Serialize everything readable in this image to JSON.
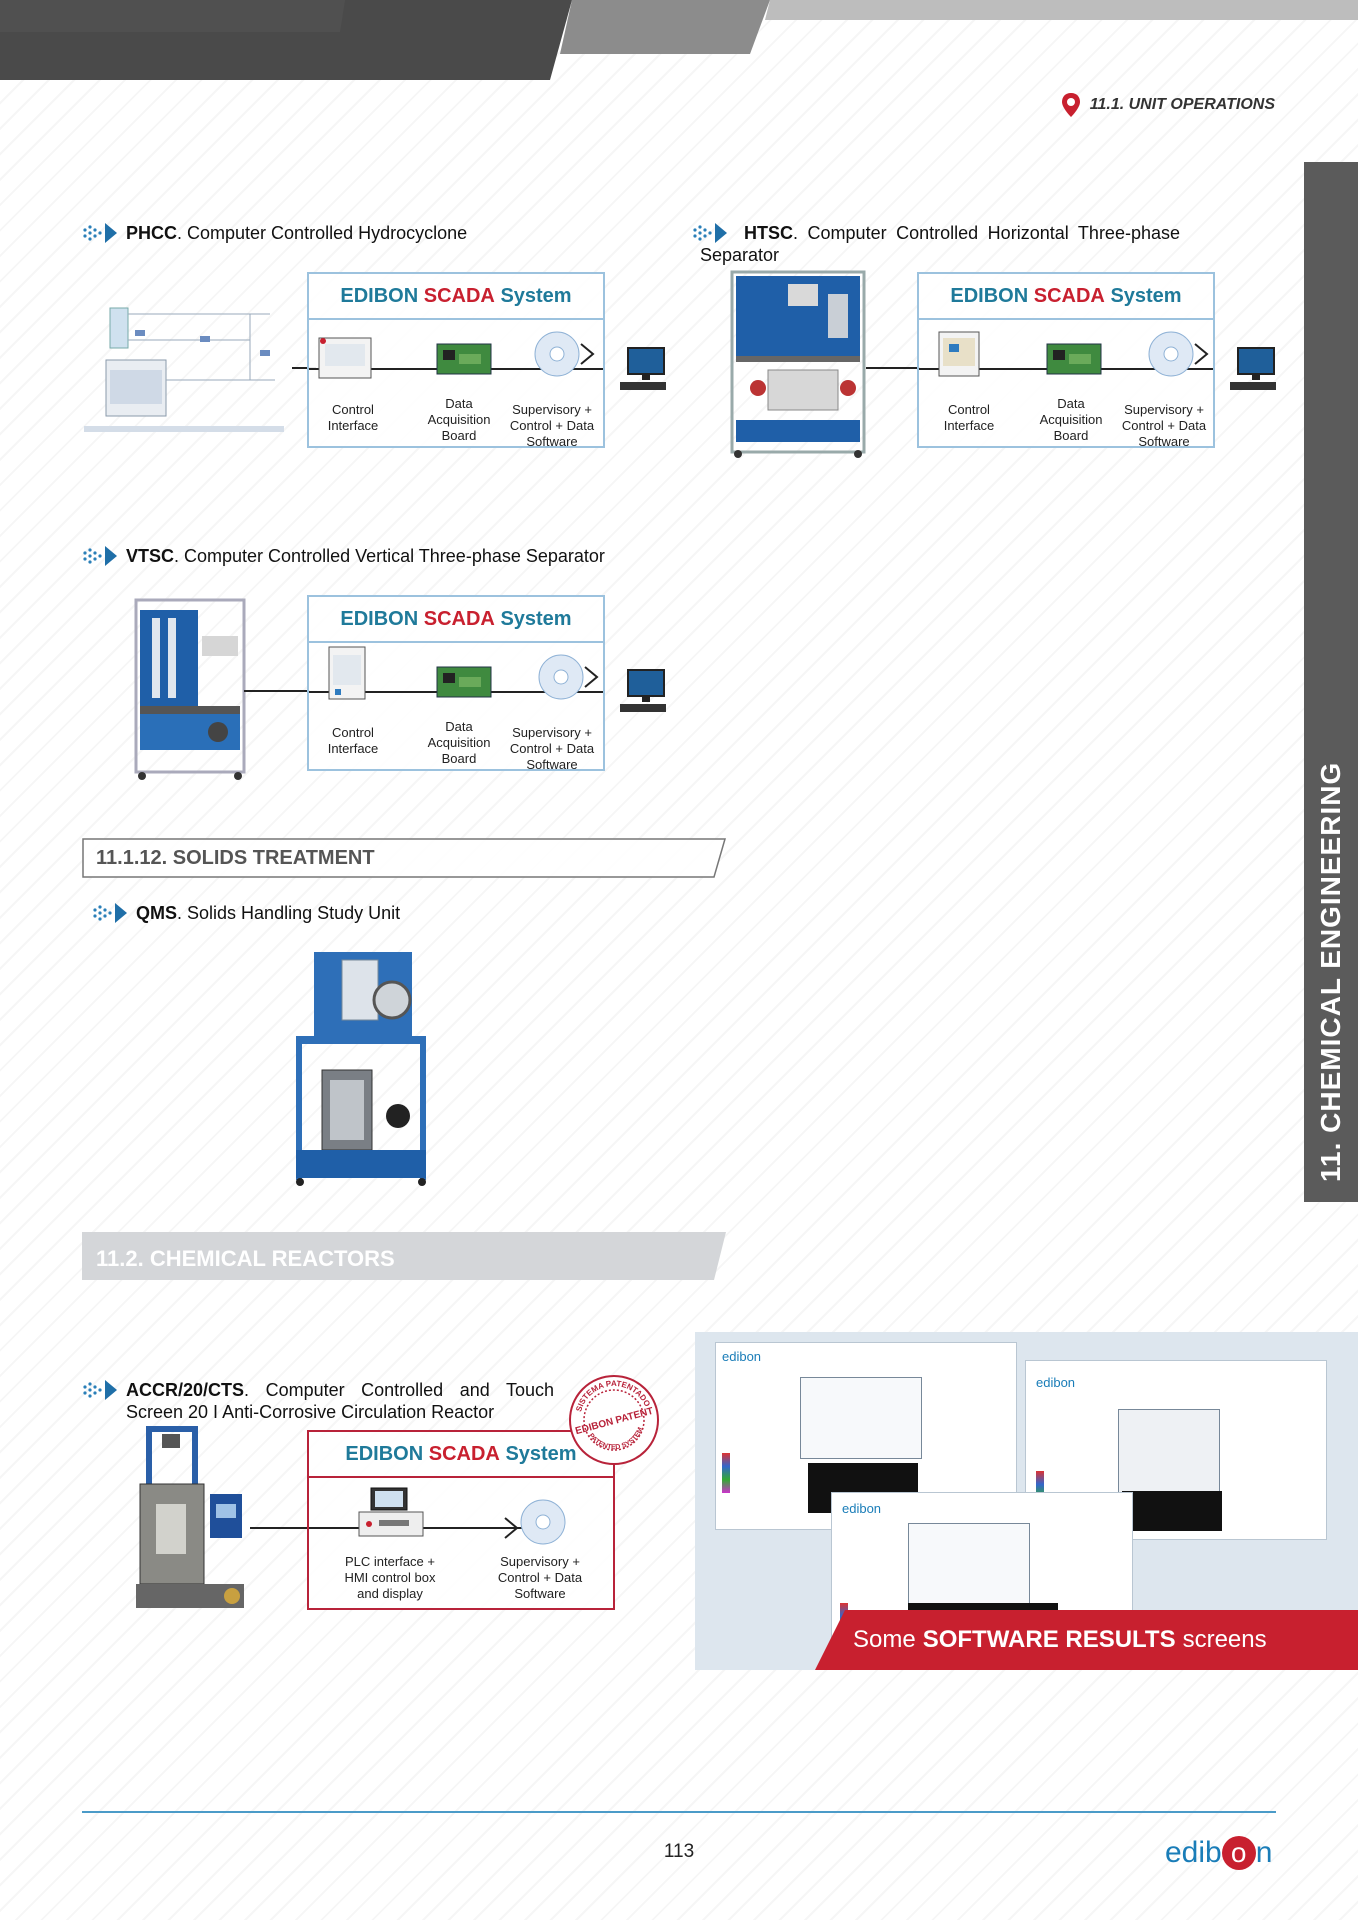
{
  "header": {
    "chapter_tag": "11.1. UNIT OPERATIONS"
  },
  "side_tab": {
    "label": "11. CHEMICAL ENGINEERING"
  },
  "scada_title": {
    "edibon": "EDIBON",
    "scada": "SCADA",
    "system": "System"
  },
  "products": {
    "phcc": {
      "code": "PHCC",
      "desc": ". Computer Controlled Hydrocyclone",
      "labels": {
        "control": "Control\nInterface",
        "daq": "Data\nAcquisition\nBoard",
        "software": "Supervisory +\nControl + Data\nSoftware"
      }
    },
    "htsc": {
      "code": "HTSC",
      "desc": ". Computer Controlled Horizontal Three-phase Separator",
      "labels": {
        "control": "Control\nInterface",
        "daq": "Data\nAcquisition\nBoard",
        "software": "Supervisory +\nControl + Data\nSoftware"
      }
    },
    "vtsc": {
      "code": "VTSC",
      "desc": ". Computer Controlled Vertical Three-phase Separator",
      "labels": {
        "control": "Control\nInterface",
        "daq": "Data\nAcquisition\nBoard",
        "software": "Supervisory +\nControl + Data\nSoftware"
      }
    },
    "qms": {
      "code": "QMS",
      "desc": ". Solids Handling Study Unit"
    },
    "accr": {
      "code": "ACCR/20/CTS",
      "desc": ". Computer Controlled and Touch Screen 20 I Anti-Corrosive Circulation Reactor",
      "labels": {
        "plc": "PLC interface +\nHMI control box\nand display",
        "software": "Supervisory +\nControl + Data\nSoftware"
      }
    }
  },
  "sections": {
    "solids": "11.1.12. SOLIDS TREATMENT",
    "reactors": "11.2. CHEMICAL REACTORS"
  },
  "patent_seal": {
    "outer": "SISTEMA PATENTADO",
    "inner": "EDIBON PATENT",
    "bottom": "PATENTED SYSTEM"
  },
  "results_banner": {
    "pre": "Some",
    "bold": "SOFTWARE RESULTS",
    "post": "screens"
  },
  "footer": {
    "page_number": "113",
    "logo": "edibon"
  },
  "colors": {
    "edibon_blue": "#1f7a9a",
    "edibon_red": "#c8202f",
    "frame_blue": "#9cc2de",
    "tab_gray": "#5b5b5b"
  }
}
